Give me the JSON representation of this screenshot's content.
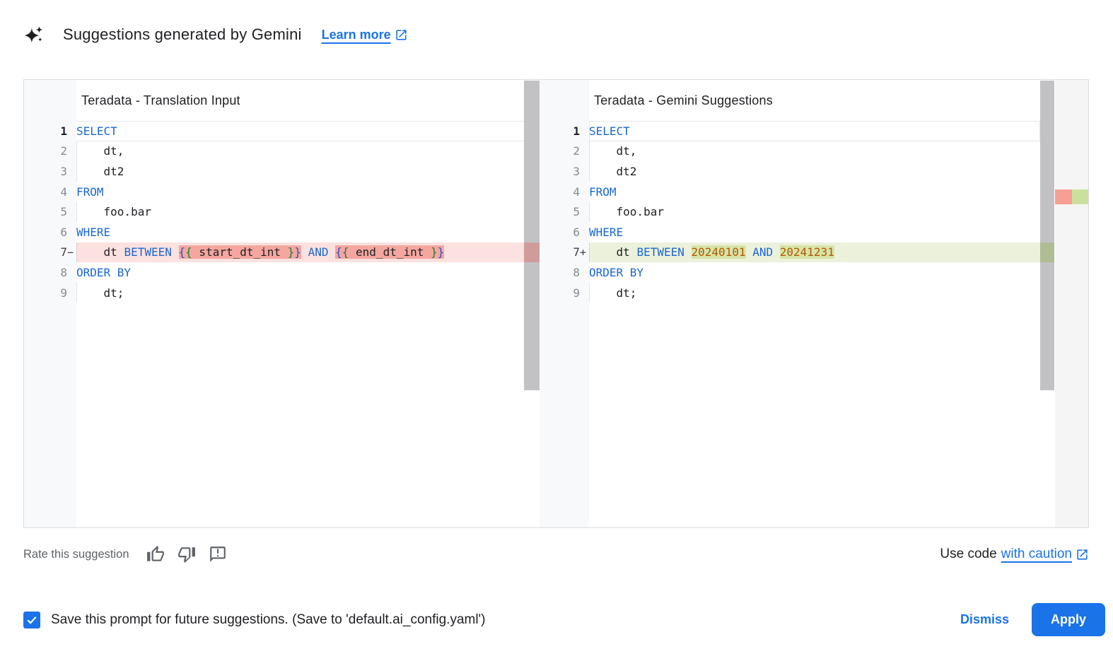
{
  "colors": {
    "accent": "#1a73e8",
    "text": "#202124",
    "muted": "#5f6368",
    "keyword": "#1967d2",
    "number": "#b05a00",
    "bracket_blue": "#2a4fd0",
    "bracket_green": "#188038",
    "line_number": "#858b90",
    "gutter_bg": "#f8f9fa",
    "removed_row": "#fbe1df",
    "removed_token": "#f4a69f",
    "added_row": "#ecf1dc",
    "added_token": "#d7e3a8",
    "scrollbar": "#c2c2c5",
    "overview_bg": "#f5f5f5",
    "overview_red": "#f99e95",
    "overview_green": "#cce09d",
    "border": "#dadce0"
  },
  "header": {
    "icon": "gemini-sparkle-icon",
    "title": "Suggestions generated by Gemini",
    "learn_more_label": "Learn more",
    "learn_more_icon": "open-in-new-icon"
  },
  "editors": [
    {
      "id": "translation-input",
      "side": "left",
      "title": "Teradata - Translation Input",
      "overview": false,
      "lines": [
        {
          "num": "1",
          "active": true,
          "tokens": [
            {
              "t": "SELECT",
              "c": "kw"
            }
          ]
        },
        {
          "num": "2",
          "indent": true,
          "tokens": [
            {
              "t": "    dt,",
              "c": "plain"
            }
          ]
        },
        {
          "num": "3",
          "indent": true,
          "tokens": [
            {
              "t": "    dt2",
              "c": "plain"
            }
          ]
        },
        {
          "num": "4",
          "tokens": [
            {
              "t": "FROM",
              "c": "kw"
            }
          ]
        },
        {
          "num": "5",
          "indent": true,
          "tokens": [
            {
              "t": "    foo.bar",
              "c": "plain"
            }
          ]
        },
        {
          "num": "6",
          "tokens": [
            {
              "t": "WHERE",
              "c": "kw"
            }
          ]
        },
        {
          "num": "7",
          "sign": "−",
          "diff": "removed",
          "indent": true,
          "tokens": [
            {
              "t": "    dt ",
              "c": "plain"
            },
            {
              "t": "BETWEEN",
              "c": "kw"
            },
            {
              "t": " ",
              "c": "plain"
            },
            {
              "t": "{",
              "c": "brb",
              "seg": true
            },
            {
              "t": "{",
              "c": "brg",
              "seg": true
            },
            {
              "t": " start_dt_int ",
              "c": "plain",
              "seg": true
            },
            {
              "t": "}",
              "c": "brg",
              "seg": true
            },
            {
              "t": "}",
              "c": "brb",
              "seg": true
            },
            {
              "t": " ",
              "c": "plain"
            },
            {
              "t": "AND",
              "c": "kw"
            },
            {
              "t": " ",
              "c": "plain"
            },
            {
              "t": "{",
              "c": "brb",
              "seg": true
            },
            {
              "t": "{",
              "c": "brg",
              "seg": true
            },
            {
              "t": " end_dt_int ",
              "c": "plain",
              "seg": true
            },
            {
              "t": "}",
              "c": "brg",
              "seg": true
            },
            {
              "t": "}",
              "c": "brb",
              "seg": true
            }
          ]
        },
        {
          "num": "8",
          "tokens": [
            {
              "t": "ORDER BY",
              "c": "kw"
            }
          ]
        },
        {
          "num": "9",
          "indent": true,
          "tokens": [
            {
              "t": "    dt;",
              "c": "plain"
            }
          ]
        }
      ]
    },
    {
      "id": "gemini-suggestions",
      "side": "right",
      "title": "Teradata - Gemini Suggestions",
      "overview": true,
      "lines": [
        {
          "num": "1",
          "active": true,
          "tokens": [
            {
              "t": "SELECT",
              "c": "kw"
            }
          ]
        },
        {
          "num": "2",
          "indent": true,
          "tokens": [
            {
              "t": "    dt,",
              "c": "plain"
            }
          ]
        },
        {
          "num": "3",
          "indent": true,
          "tokens": [
            {
              "t": "    dt2",
              "c": "plain"
            }
          ]
        },
        {
          "num": "4",
          "tokens": [
            {
              "t": "FROM",
              "c": "kw"
            }
          ]
        },
        {
          "num": "5",
          "indent": true,
          "tokens": [
            {
              "t": "    foo.bar",
              "c": "plain"
            }
          ]
        },
        {
          "num": "6",
          "tokens": [
            {
              "t": "WHERE",
              "c": "kw"
            }
          ]
        },
        {
          "num": "7",
          "sign": "+",
          "diff": "added",
          "indent": true,
          "tokens": [
            {
              "t": "    dt ",
              "c": "plain"
            },
            {
              "t": "BETWEEN",
              "c": "kw"
            },
            {
              "t": " ",
              "c": "plain"
            },
            {
              "t": "20240101",
              "c": "num",
              "seg": true
            },
            {
              "t": " ",
              "c": "plain"
            },
            {
              "t": "AND",
              "c": "kw"
            },
            {
              "t": " ",
              "c": "plain"
            },
            {
              "t": "20241231",
              "c": "num",
              "seg": true
            }
          ]
        },
        {
          "num": "8",
          "tokens": [
            {
              "t": "ORDER BY",
              "c": "kw"
            }
          ]
        },
        {
          "num": "9",
          "indent": true,
          "tokens": [
            {
              "t": "    dt;",
              "c": "plain"
            }
          ]
        }
      ]
    }
  ],
  "rate": {
    "label": "Rate this suggestion",
    "icons": [
      "thumb-up-icon",
      "thumb-down-icon",
      "feedback-icon"
    ]
  },
  "use_code": {
    "prefix": "Use code",
    "link_label": "with caution",
    "icon": "open-in-new-icon"
  },
  "footer": {
    "checkbox_checked": true,
    "save_label": "Save this prompt for future suggestions. (Save to 'default.ai_config.yaml')",
    "dismiss_label": "Dismiss",
    "apply_label": "Apply"
  }
}
